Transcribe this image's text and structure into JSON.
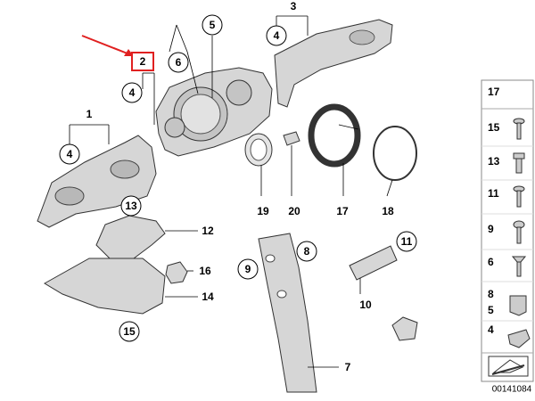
{
  "callouts": {
    "c1": "1",
    "c2": "2",
    "c3": "3",
    "c4a": "4",
    "c4b": "4",
    "c4c": "4",
    "c5": "5",
    "c6": "6",
    "c7": "7",
    "c8": "8",
    "c9": "9",
    "c10": "10",
    "c11": "11",
    "c12": "12",
    "c13": "13",
    "c14": "14",
    "c15": "15",
    "c16": "16",
    "c17": "17",
    "c18": "18",
    "c19": "19",
    "c20": "20"
  },
  "legend": {
    "header": "17",
    "items": [
      {
        "num": "15",
        "icon": "screw-flat-icon"
      },
      {
        "num": "13",
        "icon": "bolt-hex-icon"
      },
      {
        "num": "11",
        "icon": "screw-pan-icon"
      },
      {
        "num": "9",
        "icon": "bolt-round-icon"
      },
      {
        "num": "6",
        "icon": "screw-countersunk-icon"
      },
      {
        "num": "8",
        "sub": "5",
        "icon": "clip-nut-icon"
      },
      {
        "num": "4",
        "icon": "spring-clip-icon"
      }
    ]
  },
  "diagram_id": "00141084",
  "colors": {
    "highlight": "#e02020",
    "part_fill": "#d6d6d6"
  }
}
